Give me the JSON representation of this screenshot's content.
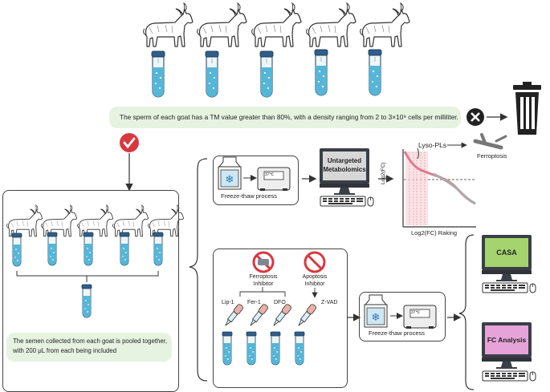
{
  "top_note": "The sperm of each goat has a TM value greater than 80%, with a density ranging from 2 to 3×10⁹ cells per milliliter.",
  "bottom_note_line1": "The semen collected from each goat is pooled together,",
  "bottom_note_line2": "with 200 μL from each being included",
  "freeze_thaw_label_top": "Freeze-thaw process",
  "freeze_thaw_label_bottom": "Freeze-thaw process",
  "device_display": "37℃",
  "untargeted_line1": "Untargeted",
  "untargeted_line2": "Metabolomics",
  "plot": {
    "lyso_label": "Lyso-PLs",
    "ferroptosis_label": "Ferroptosis",
    "y_axis": "Log2(FC)",
    "x_axis": "Log2(FC) Raking"
  },
  "ferroptosis_inhibitor": "Ferroptosis\nInhibitor",
  "apoptosis_inhibitor": "Apoptosis\nInhibitor",
  "reagents": [
    "Lip-1",
    "Fer-1",
    "DFO",
    "Z-VAD"
  ],
  "casa_label": "CASA",
  "fc_label": "FC Analysis",
  "colors": {
    "note_bg": "#e6f3e1",
    "tube_fill": "#55b6d8",
    "check_red": "#d8383f",
    "forbid_red": "#d8383f",
    "casa_screen": "#a5d46f",
    "fc_screen": "#e6a3d9"
  }
}
